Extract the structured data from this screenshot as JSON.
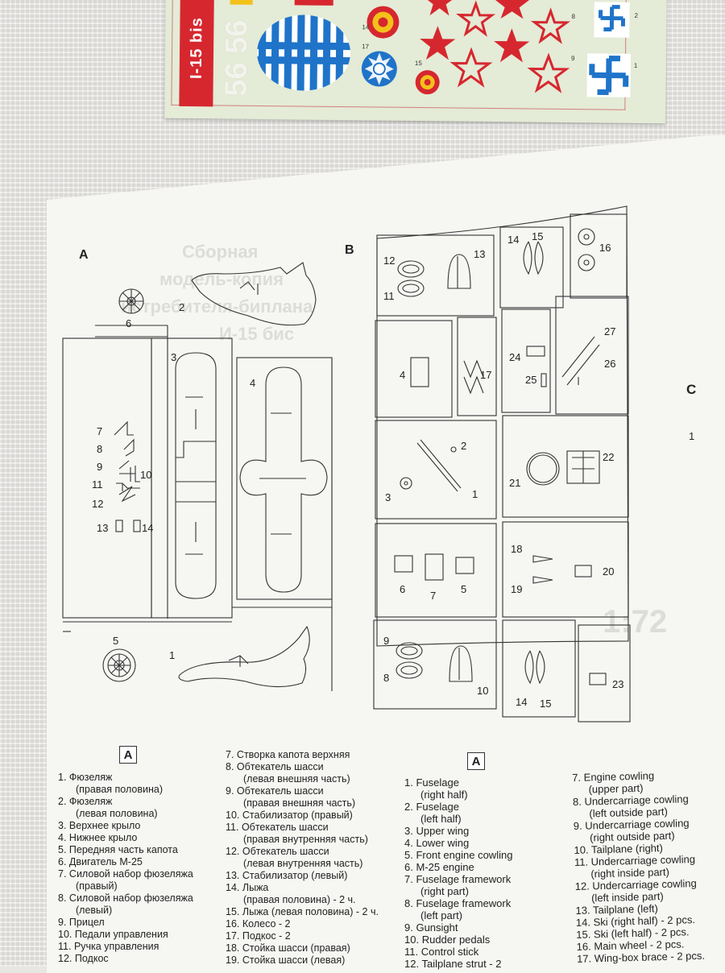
{
  "decal_sheet": {
    "label": "I-15 bis",
    "ghost_numbers": "56 56",
    "small_numbers": [
      "8",
      "14",
      "17",
      "15",
      "8",
      "9",
      "2",
      "1"
    ]
  },
  "sheet": {
    "section_a_label": "A",
    "section_b_label": "B",
    "section_c_label": "C",
    "section_c_part": "1",
    "ghost_title_lines": [
      "Сборная",
      "модель-копия",
      "истребителя-биплана",
      "И-15 бис"
    ],
    "ghost_scale": "1:72",
    "sprue_a_callouts": [
      "6",
      "2",
      "3",
      "4",
      "7",
      "8",
      "9",
      "10",
      "11",
      "12",
      "13",
      "14",
      "5",
      "1"
    ],
    "sprue_b_callouts": [
      "12",
      "11",
      "13",
      "14",
      "15",
      "16",
      "4",
      "17",
      "24",
      "25",
      "27",
      "26",
      "2",
      "3",
      "1",
      "21",
      "22",
      "18",
      "19",
      "20",
      "6",
      "7",
      "5",
      "9",
      "8",
      "10",
      "14",
      "15",
      "23"
    ]
  },
  "legend_ru": {
    "box": "A",
    "col1": [
      {
        "n": "1.",
        "t": "Фюзеляж"
      },
      {
        "n": "",
        "t": "(правая половина)"
      },
      {
        "n": "2.",
        "t": "Фюзеляж"
      },
      {
        "n": "",
        "t": "(левая половина)"
      },
      {
        "n": "3.",
        "t": "Верхнее крыло"
      },
      {
        "n": "4.",
        "t": "Нижнее крыло"
      },
      {
        "n": "5.",
        "t": "Передняя часть капота"
      },
      {
        "n": "6.",
        "t": "Двигатель М-25"
      },
      {
        "n": "7.",
        "t": "Силовой набор фюзеляжа"
      },
      {
        "n": "",
        "t": "(правый)"
      },
      {
        "n": "8.",
        "t": "Силовой набор фюзеляжа"
      },
      {
        "n": "",
        "t": "(левый)"
      },
      {
        "n": "9.",
        "t": "Прицел"
      },
      {
        "n": "10.",
        "t": "Педали управления"
      },
      {
        "n": "11.",
        "t": "Ручка управления"
      },
      {
        "n": "12.",
        "t": "Подкос"
      }
    ],
    "col2": [
      {
        "n": "7.",
        "t": "Створка капота верхняя"
      },
      {
        "n": "8.",
        "t": "Обтекатель шасси"
      },
      {
        "n": "",
        "t": "(левая внешняя часть)"
      },
      {
        "n": "9.",
        "t": "Обтекатель шасси"
      },
      {
        "n": "",
        "t": "(правая внешняя часть)"
      },
      {
        "n": "10.",
        "t": "Стабилизатор (правый)"
      },
      {
        "n": "11.",
        "t": "Обтекатель шасси"
      },
      {
        "n": "",
        "t": "(правая внутренняя часть)"
      },
      {
        "n": "12.",
        "t": "Обтекатель шасси"
      },
      {
        "n": "",
        "t": "(левая внутренняя часть)"
      },
      {
        "n": "13.",
        "t": "Стабилизатор (левый)"
      },
      {
        "n": "14.",
        "t": "Лыжа"
      },
      {
        "n": "",
        "t": "(правая половина) - 2 ч."
      },
      {
        "n": "15.",
        "t": "Лыжа (левая половина) - 2 ч."
      },
      {
        "n": "16.",
        "t": "Колесо - 2"
      },
      {
        "n": "17.",
        "t": "Подкос - 2"
      },
      {
        "n": "18.",
        "t": "Стойка шасси (правая)"
      },
      {
        "n": "19.",
        "t": "Стойка шасси (левая)"
      }
    ]
  },
  "legend_en": {
    "box": "A",
    "col1": [
      {
        "n": "1.",
        "t": "Fuselage"
      },
      {
        "n": "",
        "t": "(right half)"
      },
      {
        "n": "2.",
        "t": "Fuselage"
      },
      {
        "n": "",
        "t": "(left half)"
      },
      {
        "n": "3.",
        "t": "Upper wing"
      },
      {
        "n": "4.",
        "t": "Lower wing"
      },
      {
        "n": "5.",
        "t": "Front engine cowling"
      },
      {
        "n": "6.",
        "t": "M-25 engine"
      },
      {
        "n": "7.",
        "t": "Fuselage framework"
      },
      {
        "n": "",
        "t": "(right part)"
      },
      {
        "n": "8.",
        "t": "Fuselage framework"
      },
      {
        "n": "",
        "t": "(left part)"
      },
      {
        "n": "9.",
        "t": "Gunsight"
      },
      {
        "n": "10.",
        "t": "Rudder pedals"
      },
      {
        "n": "11.",
        "t": "Control stick"
      },
      {
        "n": "12.",
        "t": "Tailplane strut - 2"
      }
    ],
    "col2": [
      {
        "n": "7.",
        "t": "Engine cowling"
      },
      {
        "n": "",
        "t": "(upper part)"
      },
      {
        "n": "8.",
        "t": "Undercarriage cowling"
      },
      {
        "n": "",
        "t": "(left outside part)"
      },
      {
        "n": "9.",
        "t": "Undercarriage cowling"
      },
      {
        "n": "",
        "t": "(right outside part)"
      },
      {
        "n": "10.",
        "t": "Tailplane (right)"
      },
      {
        "n": "11.",
        "t": "Undercarriage cowling"
      },
      {
        "n": "",
        "t": "(right inside part)"
      },
      {
        "n": "12.",
        "t": "Undercarriage cowling"
      },
      {
        "n": "",
        "t": "(left inside part)"
      },
      {
        "n": "13.",
        "t": "Tailplane (left)"
      },
      {
        "n": "14.",
        "t": "Ski (right half) - 2 pcs."
      },
      {
        "n": "15.",
        "t": "Ski (left half) - 2 pcs."
      },
      {
        "n": "16.",
        "t": "Main wheel - 2 pcs."
      },
      {
        "n": "17.",
        "t": "Wing-box brace - 2 pcs."
      }
    ]
  },
  "colors": {
    "decal_red": "#d6272f",
    "decal_blue": "#1f74c9",
    "decal_yellow": "#f2c21a",
    "decal_background": "#e4ebd6",
    "sheet": "#f6f6f3",
    "ink": "#222222"
  }
}
